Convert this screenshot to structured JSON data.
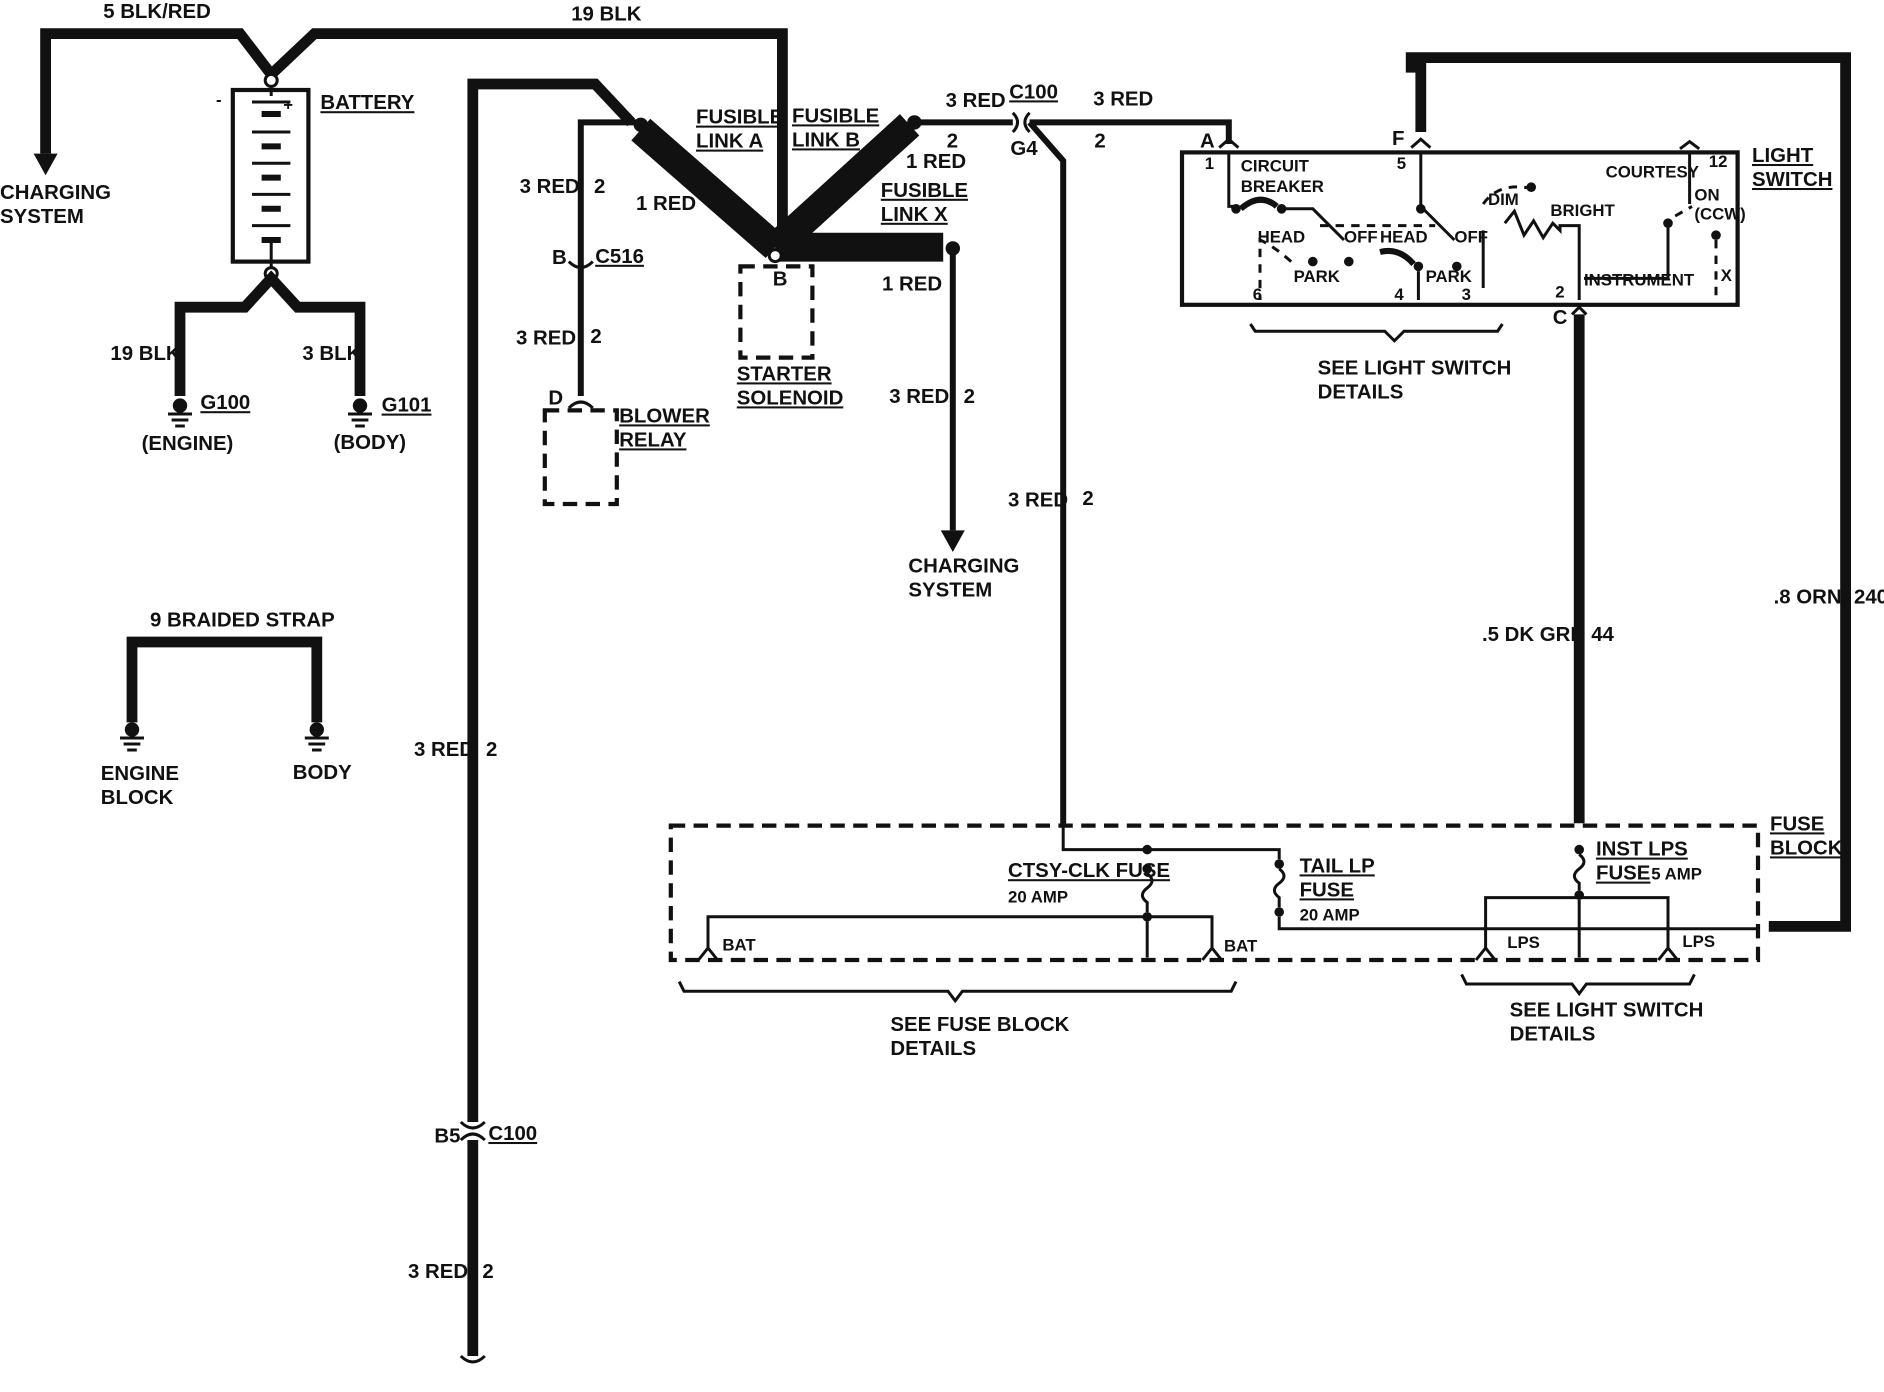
{
  "diagram": {
    "wires": {
      "w_5blkred": "5 BLK/RED",
      "w_19blk_top": "19 BLK",
      "w_19blk_left": "19 BLK",
      "w_3blk": "3 BLK",
      "w_3red_2_a": "3 RED",
      "w_3red_2_b": "3 RED",
      "w_1red_a": "1 RED",
      "w_3red_c100": "3 RED",
      "w_3red_right": "3 RED",
      "w_1red_b": "1 RED",
      "w_1red_c": "1 RED",
      "w_3red_charging": "3 RED",
      "w_3red_fuse": "3 RED",
      "w_3red_main": "3 RED",
      "w_3red_bottom": "3 RED",
      "w_dkgrn": ".5 DK GRN",
      "w_orn": ".8 ORN",
      "circ_2_a": "2",
      "circ_2_b": "2",
      "circ_2_c": "2",
      "circ_2_d": "2",
      "circ_2_e": "2",
      "circ_2_f": "2",
      "circ_2_g": "2",
      "circ_2_h": "2",
      "circ_44": "44",
      "circ_240": "240"
    },
    "components": {
      "charging_system_left_1": "CHARGING",
      "charging_system_left_2": "SYSTEM",
      "battery": "BATTERY",
      "g100": "G100",
      "g101": "G101",
      "engine": "(ENGINE)",
      "body_paren": "(BODY)",
      "fusible_link_a_1": "FUSIBLE",
      "fusible_link_a_2": "LINK A",
      "fusible_link_b_1": "FUSIBLE",
      "fusible_link_b_2": "LINK B",
      "fusible_link_x_1": "FUSIBLE",
      "fusible_link_x_2": "LINK X",
      "c100_top": "C100",
      "g4": "G4",
      "c516": "C516",
      "b_c516": "B",
      "d_blower": "D",
      "blower_1": "BLOWER",
      "blower_2": "RELAY",
      "b_starter": "B",
      "starter_1": "STARTER",
      "starter_2": "SOLENOID",
      "charging_system_mid_1": "CHARGING",
      "charging_system_mid_2": "SYSTEM",
      "braided_strap": "9 BRAIDED STRAP",
      "engine_block_1": "ENGINE",
      "engine_block_2": "BLOCK",
      "body": "BODY",
      "b5": "B5",
      "c100_bottom": "C100"
    },
    "light_switch": {
      "title_1": "LIGHT",
      "title_2": "SWITCH",
      "pin_a": "A",
      "pin_f": "F",
      "pin_c": "C",
      "t1": "1",
      "t5": "5",
      "t12": "12",
      "t6": "6",
      "t4": "4",
      "t3": "3",
      "t2": "2",
      "tx": "X",
      "circuit_breaker_1": "CIRCUIT",
      "circuit_breaker_2": "BREAKER",
      "head_1": "HEAD",
      "off_1": "OFF",
      "park_1": "PARK",
      "head_2": "HEAD",
      "off_2": "OFF",
      "park_2": "PARK",
      "dim": "DIM",
      "bright": "BRIGHT",
      "courtesy": "COURTESY",
      "on_1": "ON",
      "on_2": "(CCW)",
      "instrument": "INSTRUMENT",
      "see_details_top_1": "SEE LIGHT SWITCH",
      "see_details_top_2": "DETAILS"
    },
    "fuse_block": {
      "title_1": "FUSE",
      "title_2": "BLOCK",
      "ctsy_clk": "CTSY-CLK FUSE",
      "ctsy_amp": "20 AMP",
      "tail_lp_1": "TAIL LP",
      "tail_lp_2": "FUSE",
      "tail_amp": "20 AMP",
      "inst_lps_1": "INST LPS",
      "inst_lps_2": "FUSE",
      "inst_amp": "5 AMP",
      "bat_1": "BAT",
      "bat_2": "BAT",
      "lps_1": "LPS",
      "lps_2": "LPS",
      "see_fuse_1": "SEE FUSE BLOCK",
      "see_fuse_2": "DETAILS",
      "see_ls_1": "SEE LIGHT SWITCH",
      "see_ls_2": "DETAILS"
    }
  }
}
